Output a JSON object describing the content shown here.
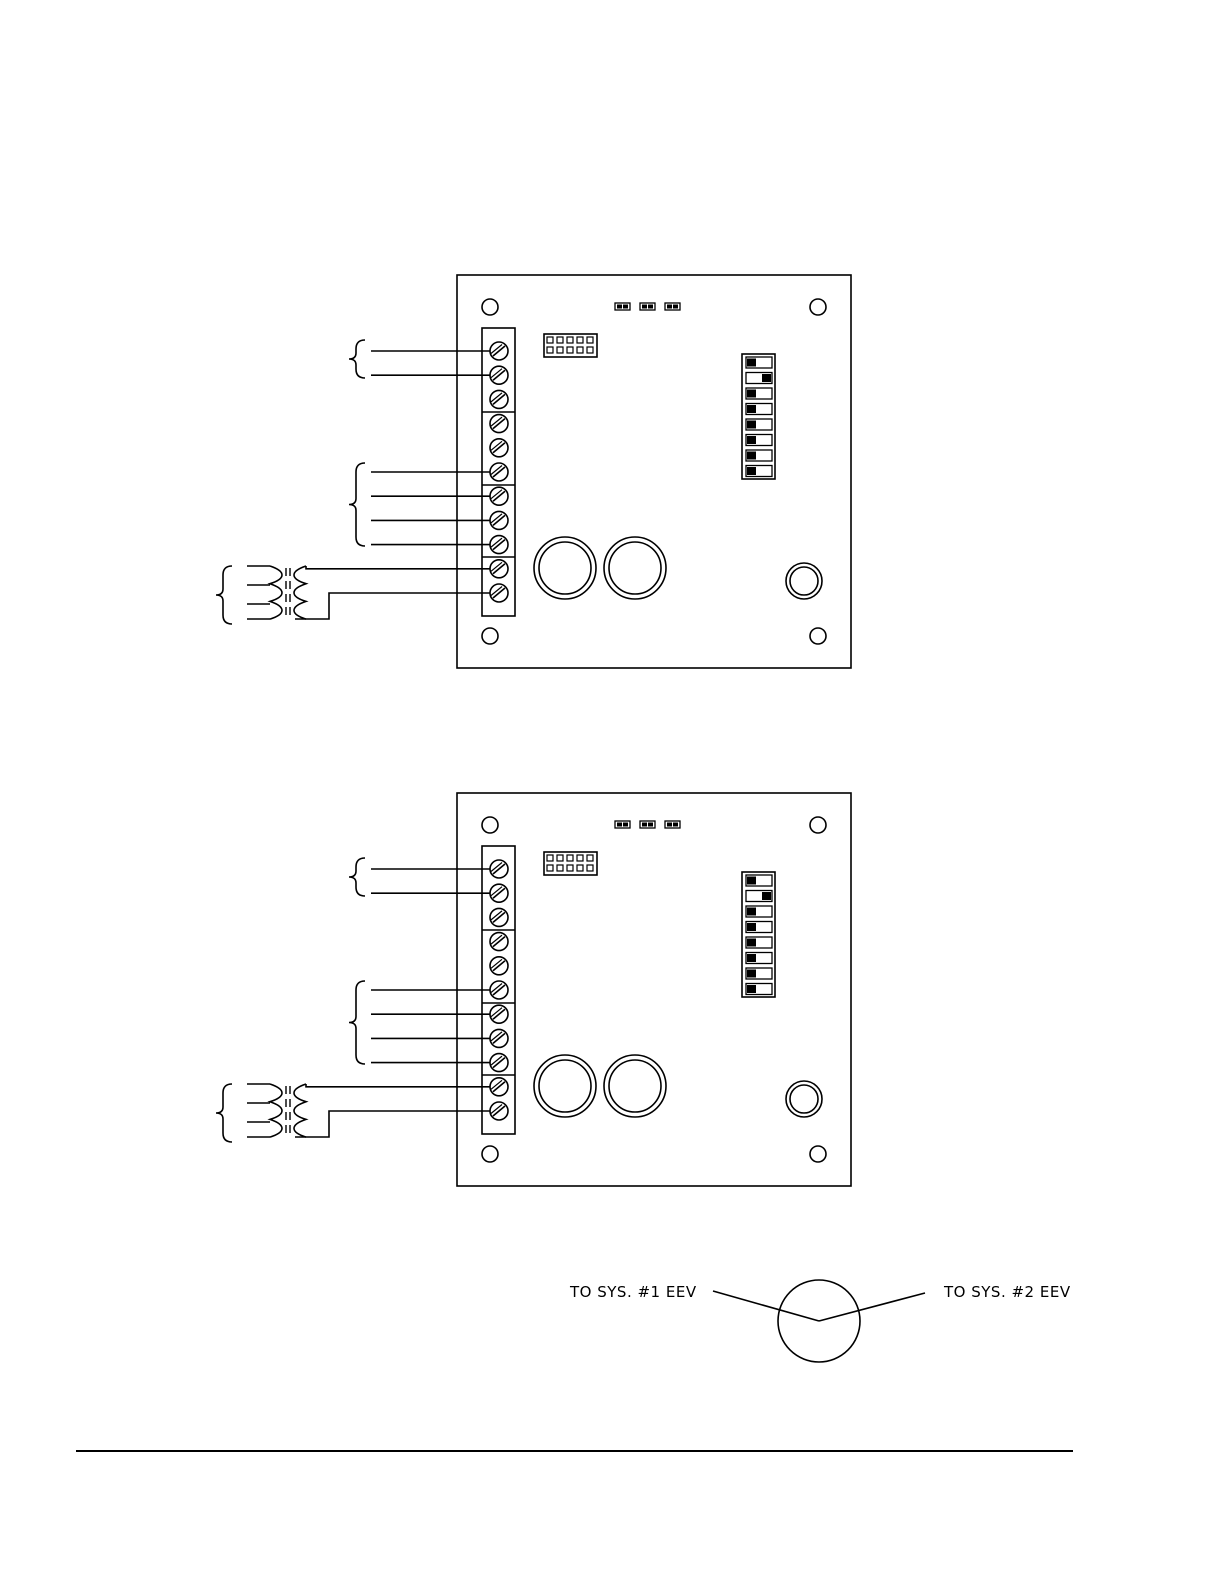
{
  "colors": {
    "ink": "#000000",
    "paper": "#ffffff"
  },
  "boards": [
    {
      "name": "board-1",
      "dip_switches": [
        "left",
        "right",
        "left",
        "left",
        "left",
        "left",
        "left",
        "left"
      ]
    },
    {
      "name": "board-2",
      "dip_switches": [
        "left",
        "right",
        "left",
        "left",
        "left",
        "left",
        "left",
        "left"
      ]
    }
  ],
  "sensor": {
    "label_left": "TO SYS. #1 EEV",
    "label_right": "TO SYS. #2 EEV"
  }
}
